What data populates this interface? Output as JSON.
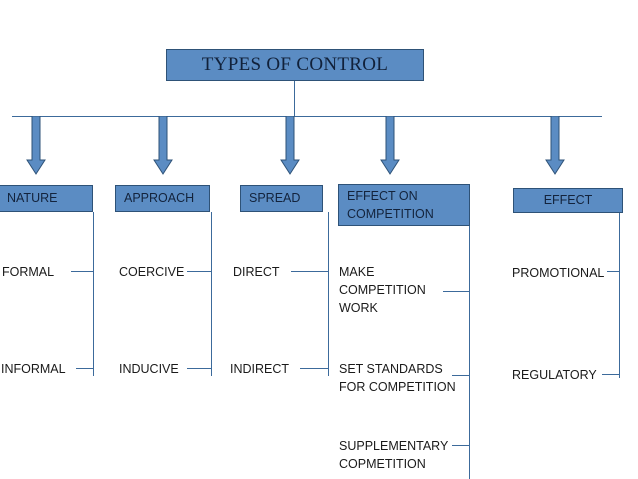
{
  "diagram": {
    "title": "TYPES OF CONTROL",
    "colors": {
      "box_fill": "#5b8cc3",
      "box_border": "#2e5277",
      "line": "#3c6a9b",
      "arrow_fill": "#5b8cc3",
      "arrow_border": "#2e5277",
      "text_dark": "#13233c",
      "leaf_text": "#1a1a1a",
      "background": "#ffffff"
    },
    "branches": [
      {
        "label": "NATURE",
        "items": [
          "FORMAL",
          "INFORMAL"
        ]
      },
      {
        "label": "APPROACH",
        "items": [
          "COERCIVE",
          "INDUCIVE"
        ]
      },
      {
        "label": "SPREAD",
        "items": [
          "DIRECT",
          "INDIRECT"
        ]
      },
      {
        "label": "EFFECT ON\nCOMPETITION",
        "items": [
          "MAKE\nCOMPETITION\nWORK",
          "SET STANDARDS\nFOR COMPETITION",
          "SUPPLEMENTARY\nCOPMETITION"
        ]
      },
      {
        "label": "EFFECT",
        "items": [
          "PROMOTIONAL",
          "REGULATORY"
        ]
      }
    ]
  }
}
